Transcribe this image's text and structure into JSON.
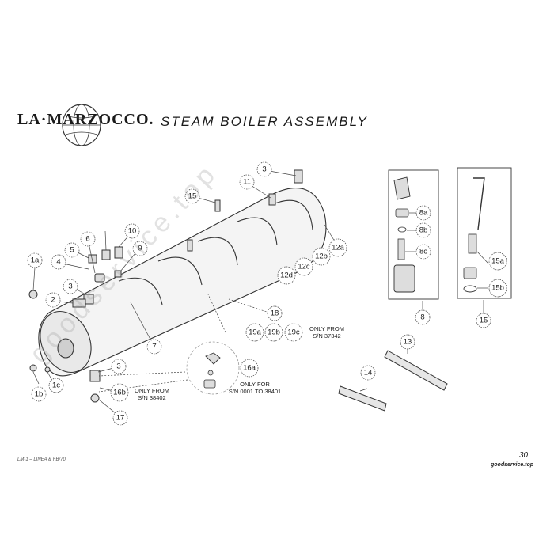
{
  "header": {
    "logo_text": "LA·MARZOCCO.",
    "title": "STEAM BOILER ASSEMBLY"
  },
  "callouts": [
    "1a",
    "1b",
    "1c",
    "2",
    "3",
    "3",
    "3",
    "4",
    "5",
    "6",
    "7",
    "8",
    "8a",
    "8b",
    "8c",
    "9",
    "10",
    "11",
    "12a",
    "12b",
    "12c",
    "12d",
    "13",
    "14",
    "15",
    "15",
    "15a",
    "15b",
    "16a",
    "16b",
    "17",
    "18",
    "19a",
    "19b",
    "19c"
  ],
  "notes": {
    "only_from_37342_line1": "ONLY FROM",
    "only_from_37342_line2": "S/N 37342",
    "only_for_line1": "ONLY FOR",
    "only_for_line2": "S/N 0001 TO 38401",
    "only_from_38402_line1": "ONLY FROM",
    "only_from_38402_line2": "S/N 38402"
  },
  "footer": {
    "left": "LM-1 – LINEA & FB/70",
    "page_number": "30",
    "right": "goodservice.top"
  },
  "watermark": "goodservice.top",
  "colors": {
    "line": "#333333",
    "callout_stroke": "#555555",
    "boiler_fill": "#f2f2f2"
  }
}
